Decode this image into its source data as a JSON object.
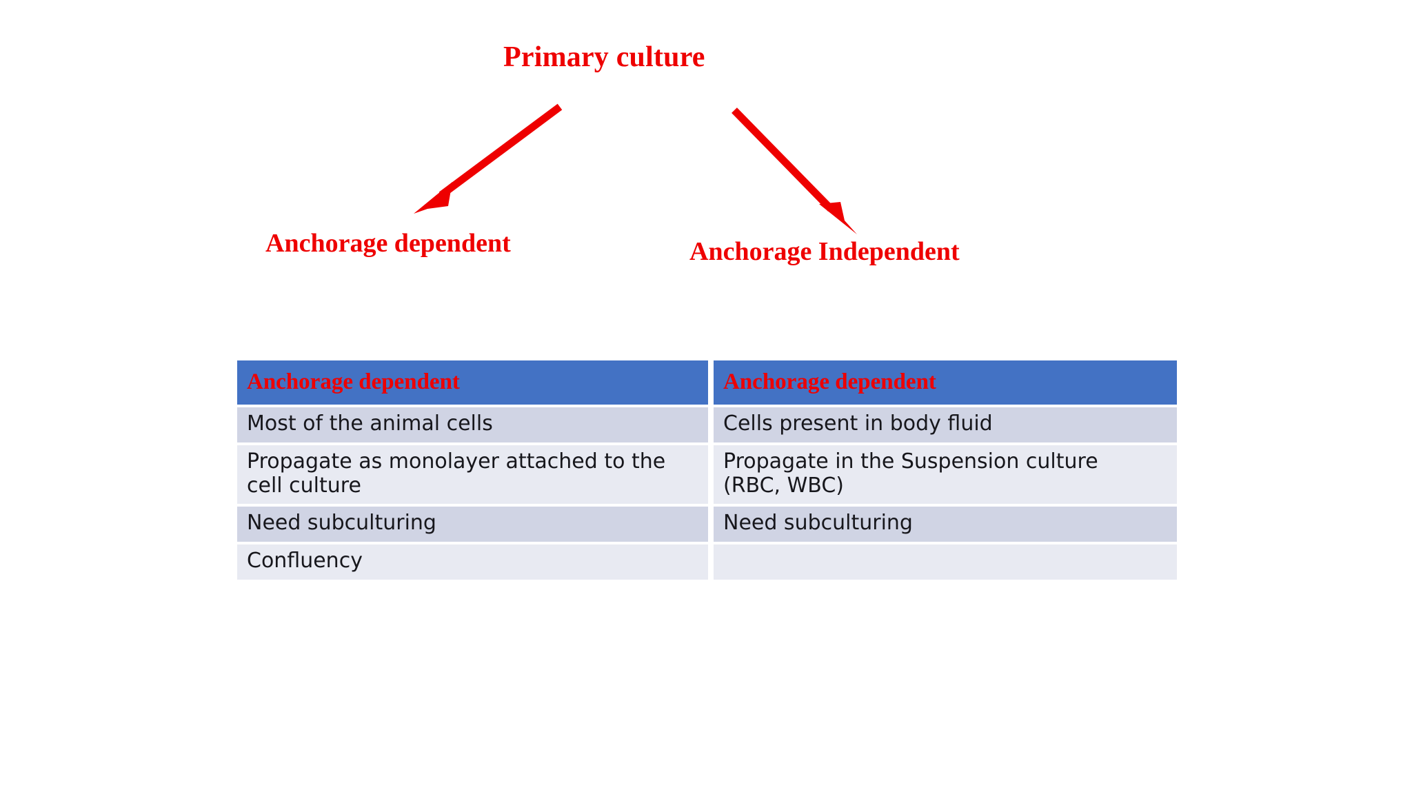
{
  "slide": {
    "background_color": "#ffffff",
    "accent_red": "#ee0000",
    "table_header_blue": "#4372c4",
    "row_shade_dark": "#d0d4e4",
    "row_shade_light": "#e8eaf2"
  },
  "diagram": {
    "root_label": "Primary culture",
    "branch_left_label": "Anchorage dependent",
    "branch_right_label": "Anchorage Independent",
    "arrow_left_name": "arrow-to-anchorage-dependent",
    "arrow_right_name": "arrow-to-anchorage-independent"
  },
  "table": {
    "headers": [
      "Anchorage dependent",
      "Anchorage dependent"
    ],
    "rows": [
      {
        "left": "Most of the animal cells",
        "left_line2": "",
        "right": "Cells present in body fluid",
        "right_line2": ""
      },
      {
        "left": "Propagate as monolayer attached to the",
        "left_line2": "cell culture",
        "right": "Propagate in the Suspension culture",
        "right_line2": "(RBC, WBC)"
      },
      {
        "left": "Need subculturing",
        "left_line2": "",
        "right": "Need subculturing",
        "right_line2": ""
      },
      {
        "left": "Confluency",
        "left_line2": "",
        "right": "",
        "right_line2": ""
      }
    ]
  }
}
